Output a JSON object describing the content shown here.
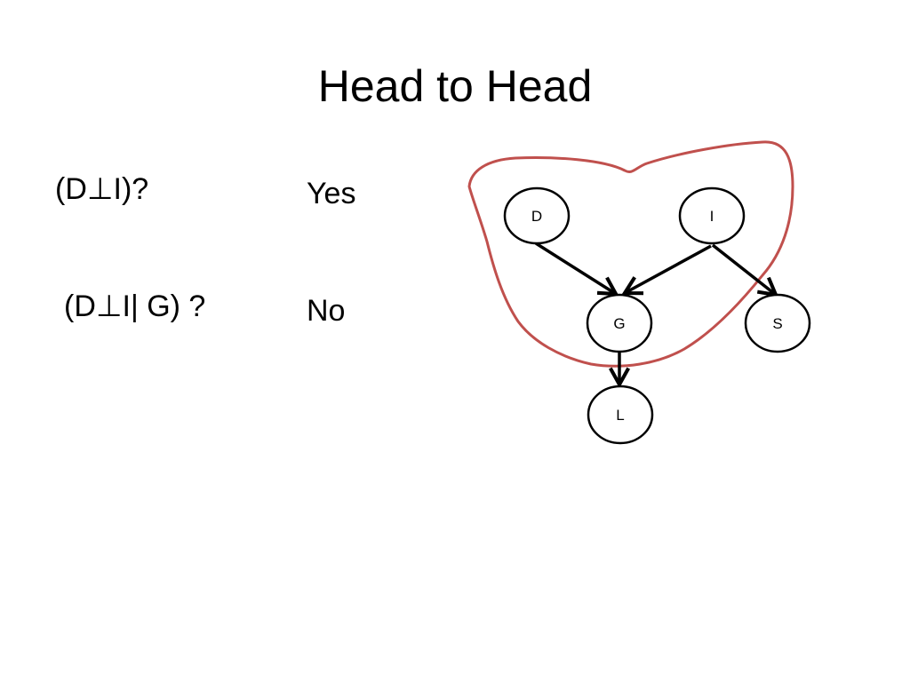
{
  "slide": {
    "title": "Head to Head"
  },
  "questions": [
    {
      "text": "(D⊥I)?",
      "answer": "Yes"
    },
    {
      "text": "(D⊥I| G) ?",
      "answer": "No"
    }
  ],
  "diagram": {
    "nodes": [
      {
        "id": "D",
        "label": "D"
      },
      {
        "id": "I",
        "label": "I"
      },
      {
        "id": "G",
        "label": "G"
      },
      {
        "id": "S",
        "label": "S"
      },
      {
        "id": "L",
        "label": "L"
      }
    ],
    "edges": [
      {
        "from": "D",
        "to": "G"
      },
      {
        "from": "I",
        "to": "G"
      },
      {
        "from": "I",
        "to": "S"
      },
      {
        "from": "G",
        "to": "L"
      }
    ],
    "highlight_color": "#c0504d",
    "edge_color": "#000000"
  }
}
